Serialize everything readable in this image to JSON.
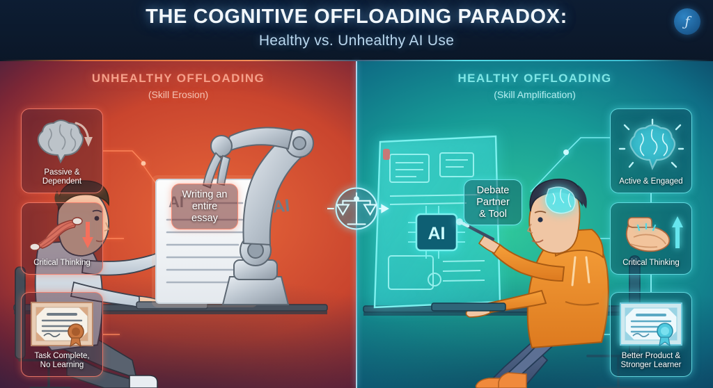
{
  "header": {
    "title": "THE COGNITIVE OFFLOADING PARADOX:",
    "subtitle": "Healthy vs. Unhealthy AI Use",
    "logo_glyph": "ƒ",
    "logo_name": "brand-logo"
  },
  "panels": {
    "left": {
      "title": "UNHEALTHY OFFLOADING",
      "subtitle": "(Skill Erosion)",
      "accent": "#ff7a4a",
      "bubble": "Writing an entire essay",
      "bubble_lines": [
        "Writing an",
        "entire essay"
      ],
      "screen_label": "AI",
      "robot_label": "AI",
      "cards": [
        {
          "id": "passive-dependent",
          "label": "Passive & Dependent",
          "lines": [
            "Passive &",
            "Dependent"
          ],
          "icon": "brain-grey-icon",
          "trend": "down"
        },
        {
          "id": "critical-thinking-down",
          "label": "Critical Thinking",
          "lines": [
            "Critical Thinking"
          ],
          "icon": "atrophied-muscle-icon",
          "trend": "down"
        },
        {
          "id": "task-complete-no-learning",
          "label": "Task Complete, No Learning",
          "lines": [
            "Task Complete,",
            "No Learning"
          ],
          "icon": "certificate-icon",
          "trend": "none"
        }
      ]
    },
    "right": {
      "title": "HEALTHY OFFLOADING",
      "subtitle": "(Skill Amplification)",
      "accent": "#5fe3e8",
      "bubble": "Debate Partner & Tool",
      "bubble_lines": [
        "Debate",
        "Partner",
        "& Tool"
      ],
      "screen_label": "AI",
      "cards": [
        {
          "id": "active-engaged",
          "label": "Active & Engaged",
          "lines": [
            "Active & Engaged"
          ],
          "icon": "brain-glowing-icon",
          "trend": "up"
        },
        {
          "id": "critical-thinking-up",
          "label": "Critical Thinking",
          "lines": [
            "Critical Thinking"
          ],
          "icon": "flexed-bicep-icon",
          "trend": "up"
        },
        {
          "id": "better-product-stronger-learner",
          "label": "Better Product & Stronger Learner",
          "lines": [
            "Better Product &",
            "Stronger Learner"
          ],
          "icon": "certificate-icon",
          "trend": "none"
        }
      ]
    }
  },
  "center": {
    "icon": "balance-scales-icon",
    "arrow_left": "arrow-right-icon",
    "arrow_right": "arrow-right-icon"
  },
  "colors": {
    "bg_dark": "#0c1a2c",
    "left_warm": "#e8673a",
    "right_teal": "#2fc79a",
    "text_light": "#f2f7fb",
    "divider": "#bde6ff"
  }
}
